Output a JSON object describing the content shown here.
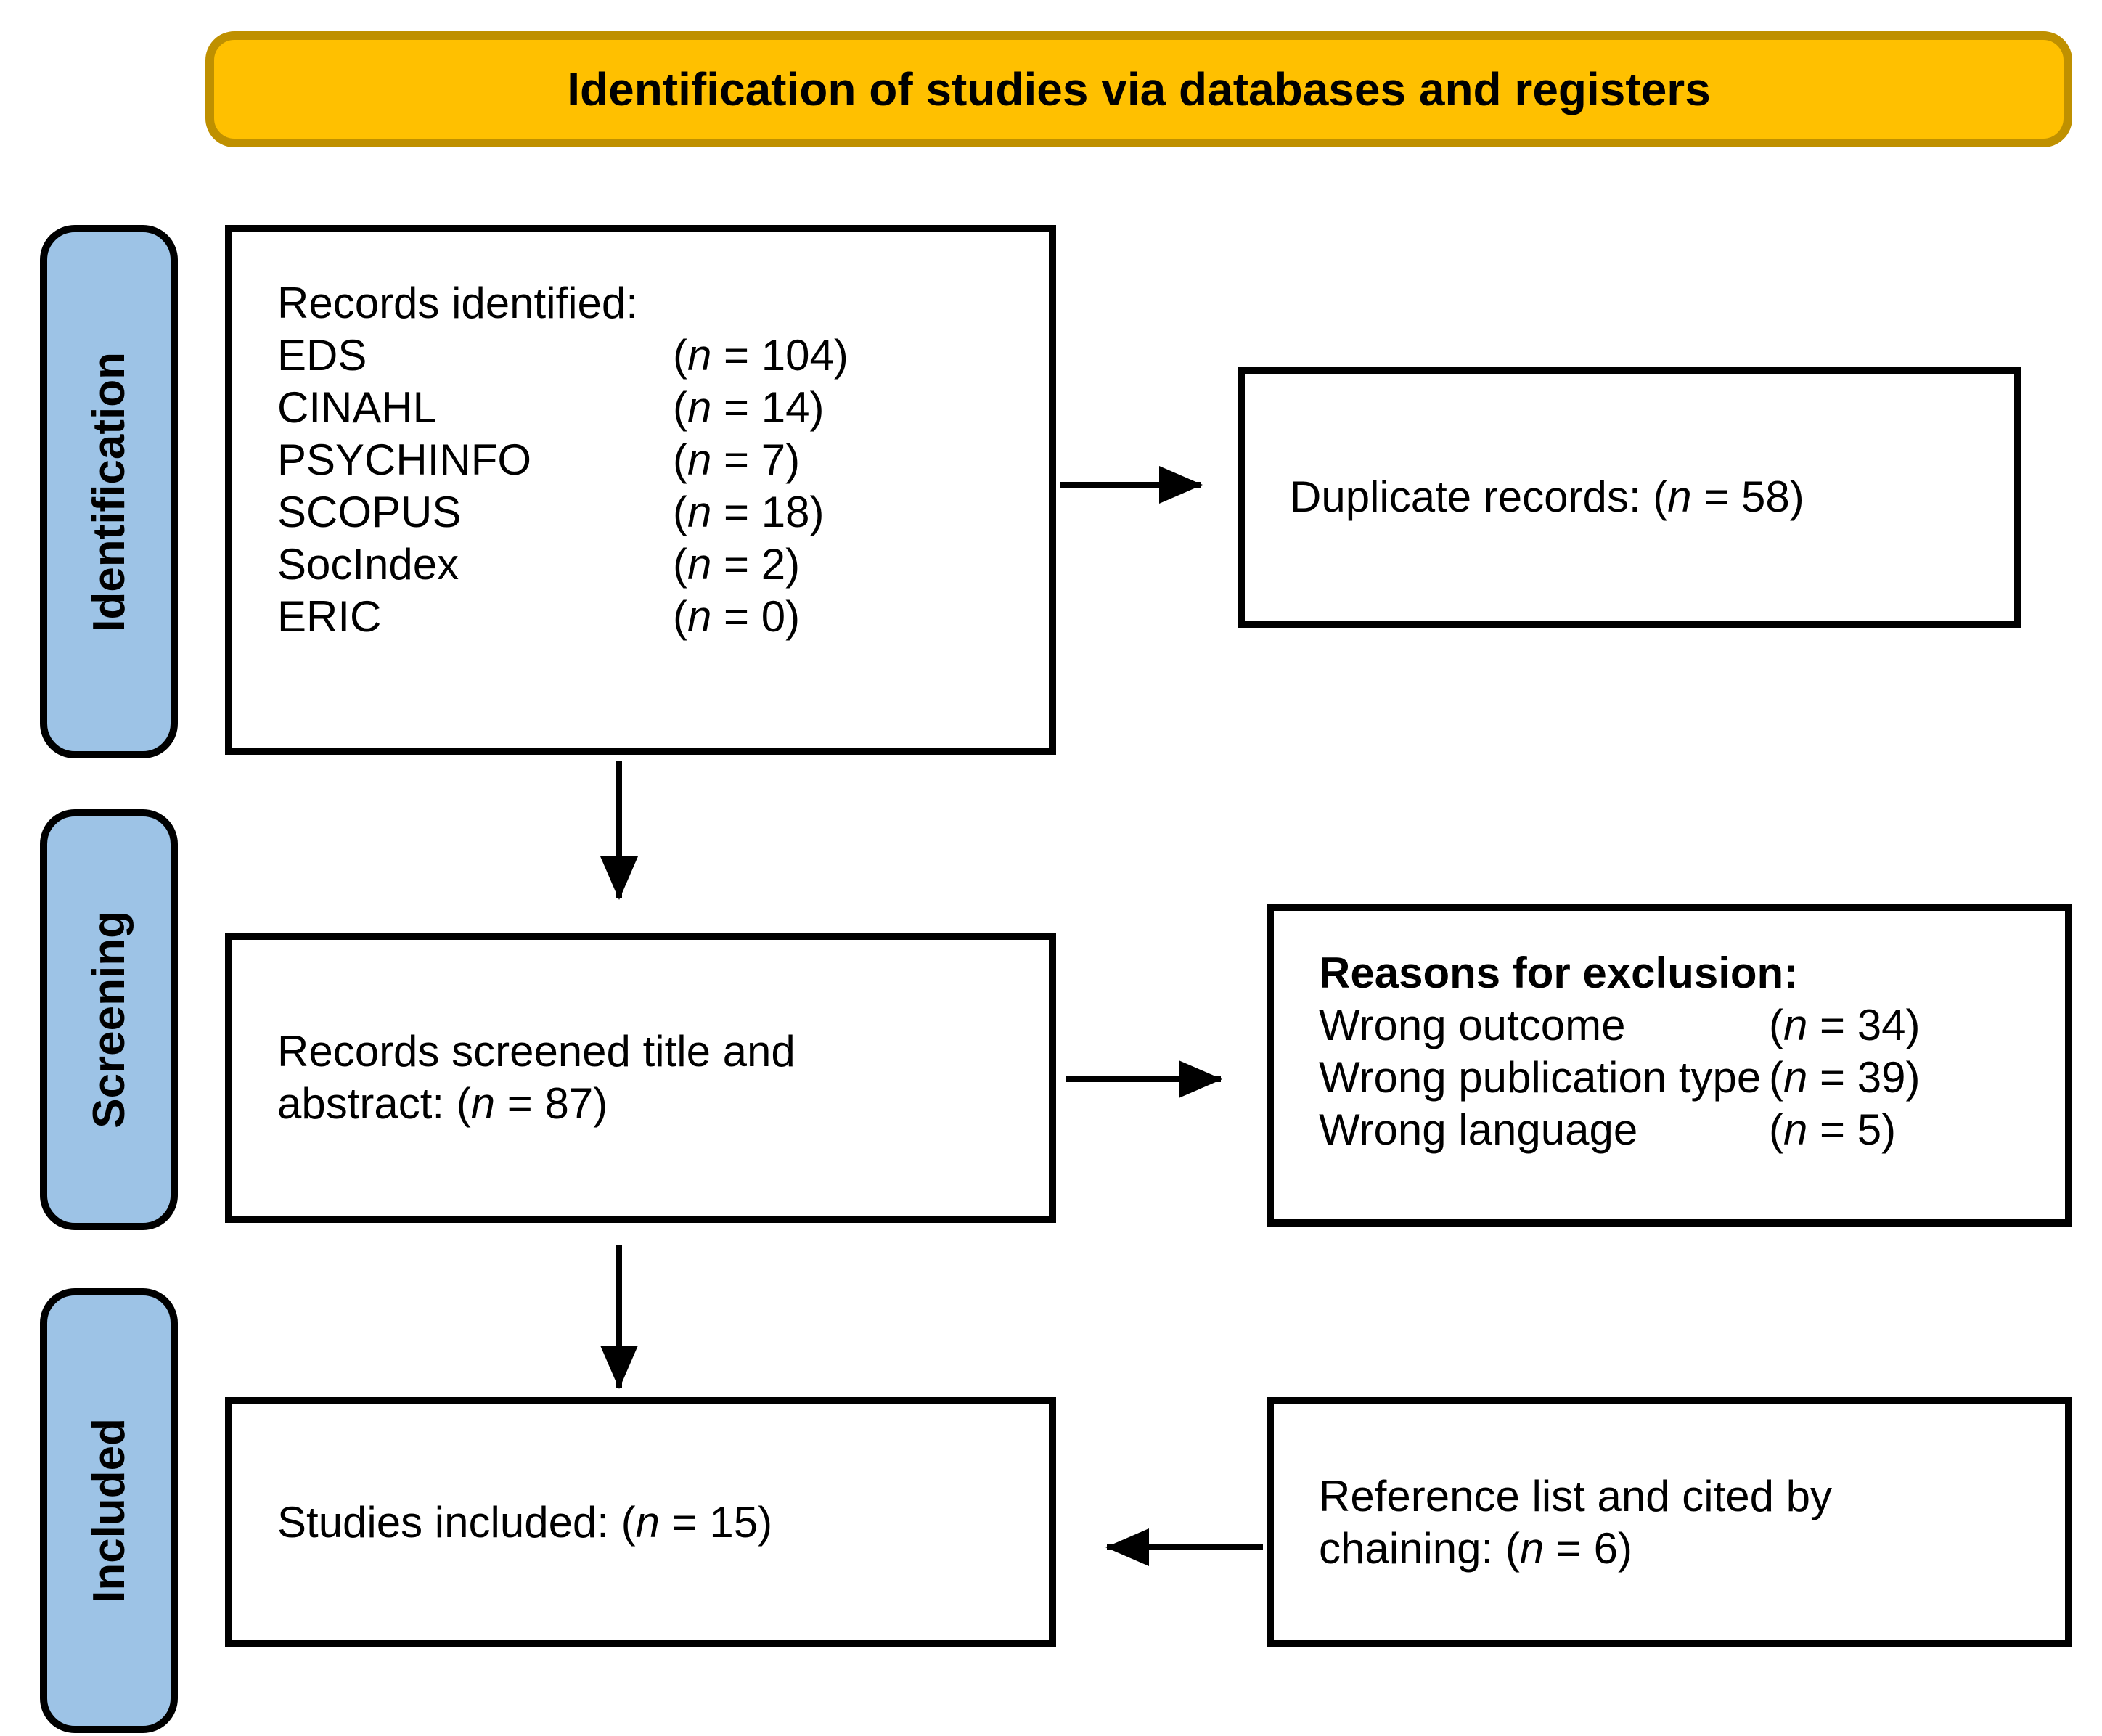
{
  "title": "Identification of studies via databases and registers",
  "stages": [
    {
      "label": "Identification"
    },
    {
      "label": "Screening"
    },
    {
      "label": "Included"
    }
  ],
  "boxes": {
    "records_identified": {
      "heading": "Records identified:",
      "rows": [
        {
          "label": "EDS",
          "n": "(n = 104)"
        },
        {
          "label": "CINAHL",
          "n": "(n = 14)"
        },
        {
          "label": "PSYCHINFO",
          "n": "(n = 7)"
        },
        {
          "label": "SCOPUS",
          "n": "(n = 18)"
        },
        {
          "label": "SocIndex",
          "n": "(n = 2)"
        },
        {
          "label": "ERIC",
          "n": "(n = 0)"
        }
      ]
    },
    "duplicate_records": {
      "text": "Duplicate records: (n = 58)"
    },
    "records_screened": {
      "line1": "Records screened title and",
      "line2": "abstract: (n = 87)"
    },
    "reasons_exclusion": {
      "heading": "Reasons for exclusion:",
      "rows": [
        {
          "label": "Wrong outcome",
          "n": "(n = 34)"
        },
        {
          "label": "Wrong publication type",
          "n": "(n = 39)"
        },
        {
          "label": "Wrong language",
          "n": "(n = 5)"
        }
      ]
    },
    "studies_included": {
      "text": "Studies included: (n = 15)"
    },
    "reference_list": {
      "line1": "Reference list and cited by",
      "line2": "chaining: (n = 6)"
    }
  },
  "colors": {
    "banner_fill": "#FFC000",
    "banner_border": "#BF9000",
    "stage_fill": "#9DC3E6",
    "line_black": "#000000"
  }
}
